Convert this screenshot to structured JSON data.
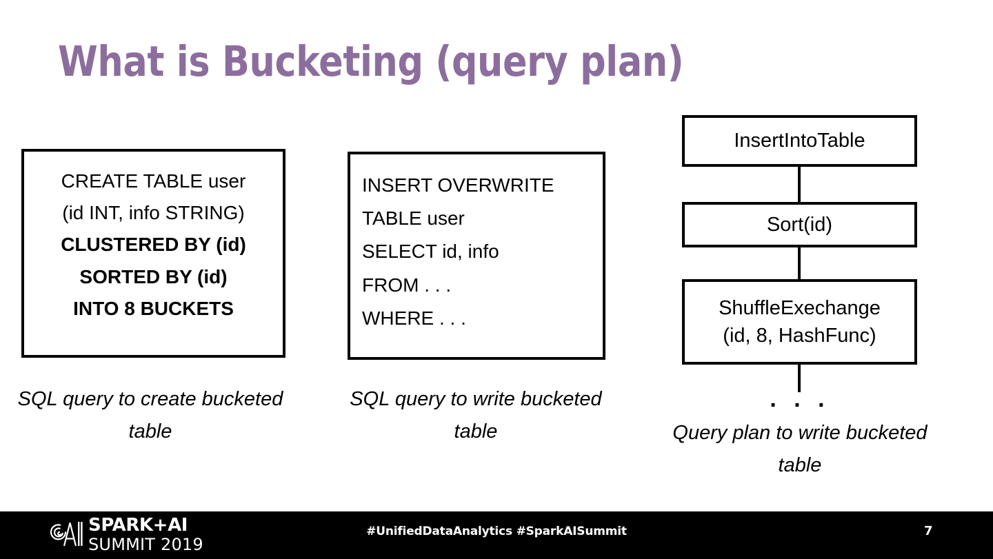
{
  "slide": {
    "title": "What is Bucketing (query plan)",
    "title_color": "#8c6e9e",
    "background_color": "#ffffff"
  },
  "sql_create": {
    "lines": [
      {
        "text": "CREATE TABLE user",
        "bold": false
      },
      {
        "text": "(id INT, info STRING)",
        "bold": false
      },
      {
        "text": "CLUSTERED BY (id)",
        "bold": true
      },
      {
        "text": "SORTED BY (id)",
        "bold": true
      },
      {
        "text": "INTO 8 BUCKETS",
        "bold": true
      }
    ],
    "caption": "SQL query to create bucketed table"
  },
  "sql_insert": {
    "lines": [
      {
        "text": "INSERT OVERWRITE",
        "bold": false
      },
      {
        "text": "TABLE user",
        "bold": false
      },
      {
        "text": "SELECT id, info",
        "bold": false
      },
      {
        "text": "FROM . . .",
        "bold": false
      },
      {
        "text": "WHERE . . .",
        "bold": false
      }
    ],
    "caption": "SQL query to write bucketed table"
  },
  "query_plan": {
    "nodes": [
      {
        "label": "InsertIntoTable",
        "sublabel": ""
      },
      {
        "label": "Sort(id)",
        "sublabel": ""
      },
      {
        "label": "ShuffleExechange",
        "sublabel": "(id, 8, HashFunc)"
      }
    ],
    "ellipsis": ". . .",
    "caption": "Query plan to write bucketed table"
  },
  "footer": {
    "background_color": "#000000",
    "logo_line1": "SPARK+AI",
    "logo_line2": "SUMMIT 2019",
    "hashtags": "#UnifiedDataAnalytics #SparkAISummit",
    "page_number": "7"
  }
}
